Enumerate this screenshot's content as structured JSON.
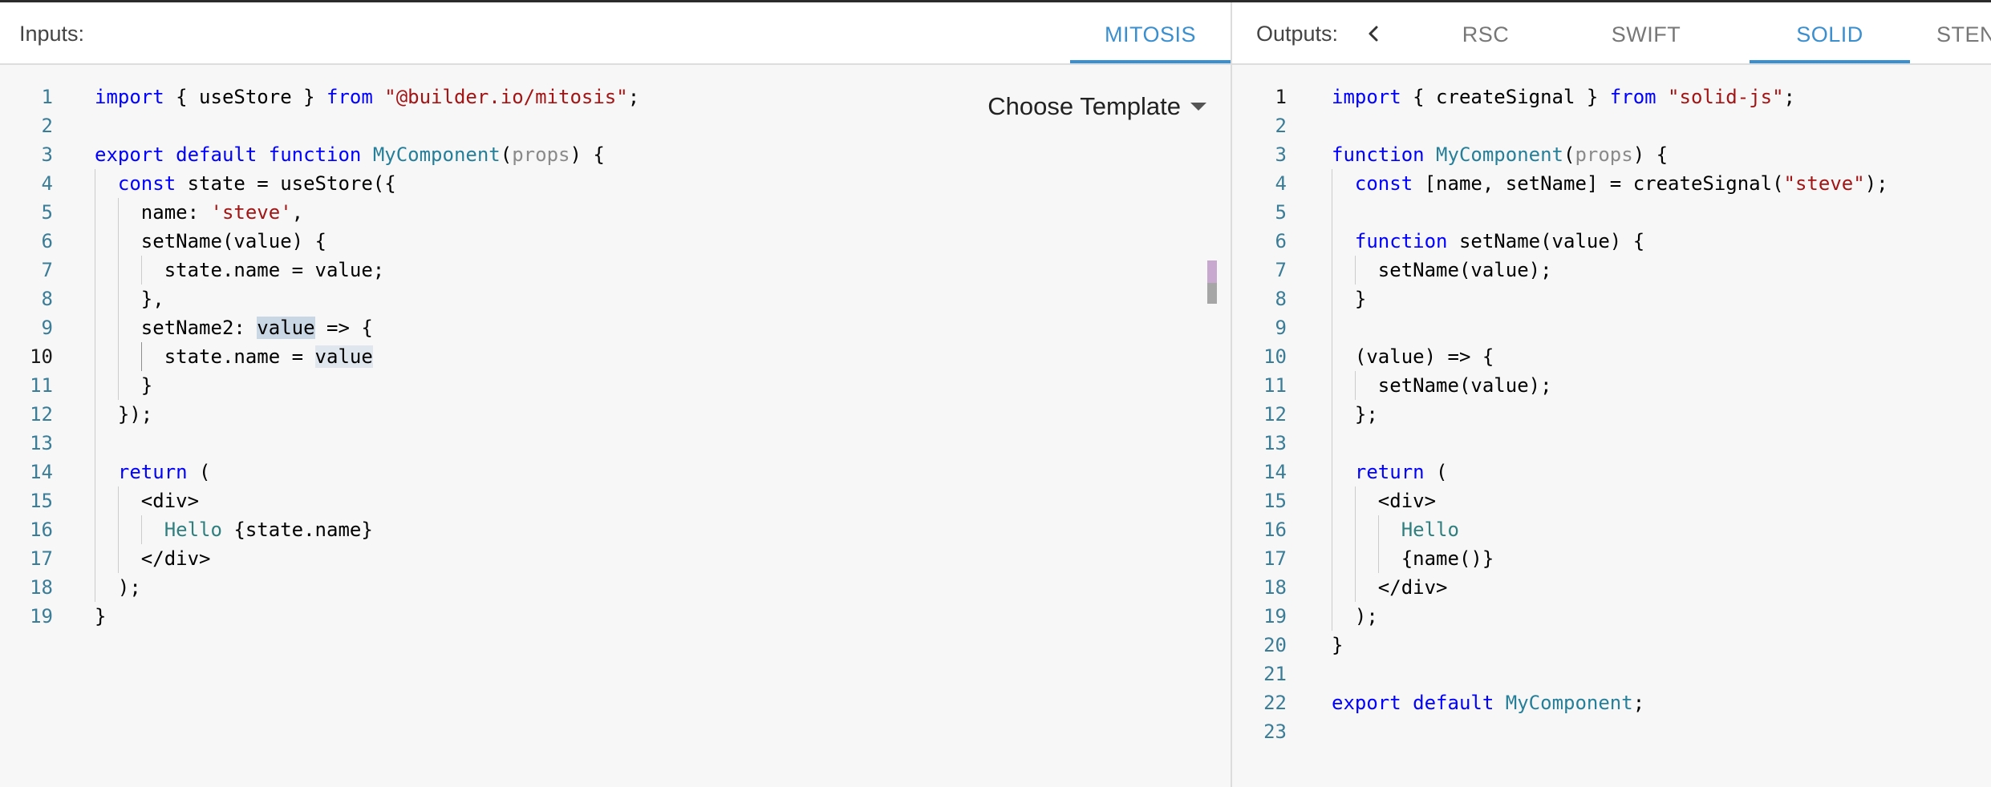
{
  "inputs": {
    "label": "Inputs:",
    "tab": "MITOSIS",
    "template_button": "Choose Template",
    "lines": [
      "import { useStore } from \"@builder.io/mitosis\";",
      "",
      "export default function MyComponent(props) {",
      "  const state = useStore({",
      "    name: 'steve',",
      "    setName(value) {",
      "      state.name = value;",
      "    },",
      "    setName2: value => {",
      "      state.name = value",
      "    }",
      "  });",
      "",
      "  return (",
      "    <div>",
      "      Hello {state.name}",
      "    </div>",
      "  );",
      "}"
    ],
    "current_line": 10
  },
  "outputs": {
    "label": "Outputs:",
    "tabs": [
      "RSC",
      "SWIFT",
      "SOLID",
      "STEN"
    ],
    "active_tab": "SOLID",
    "lines": [
      "import { createSignal } from \"solid-js\";",
      "",
      "function MyComponent(props) {",
      "  const [name, setName] = createSignal(\"steve\");",
      "",
      "  function setName(value) {",
      "    setName(value);",
      "  }",
      "",
      "  (value) => {",
      "    setName(value);",
      "  };",
      "",
      "  return (",
      "    <div>",
      "      Hello",
      "      {name()}",
      "    </div>",
      "  );",
      "}",
      "",
      "export default MyComponent;",
      ""
    ],
    "current_line": 1
  },
  "colors": {
    "accent": "#3a8fd0",
    "keyword": "#0000ff",
    "string": "#a31515",
    "type": "#267f99",
    "line_number": "#3b7d97"
  },
  "icons": {
    "tab_scroll_left": "chevron-left-icon",
    "dropdown": "caret-down-icon"
  }
}
